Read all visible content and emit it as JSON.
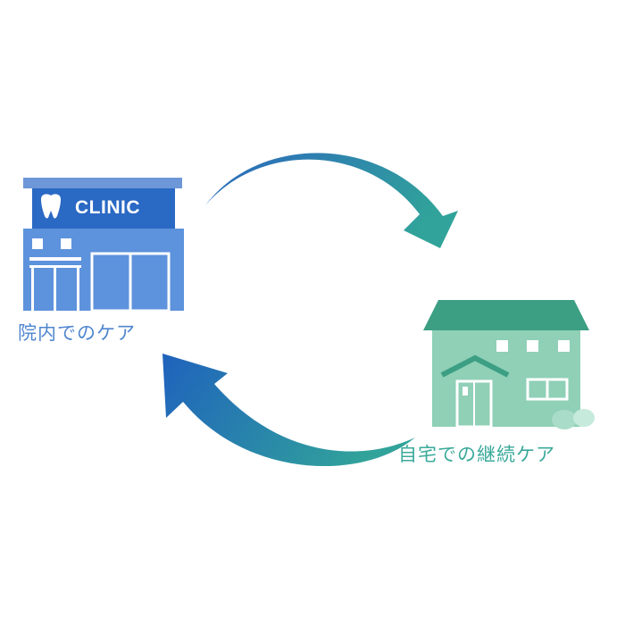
{
  "clinic": {
    "sign_text": "CLINIC",
    "label": "院内でのケア",
    "icon": "tooth-icon",
    "colors": {
      "roof": "#6d97d8",
      "sign": "#2a69c4",
      "wall": "#5d92dc",
      "label": "#4f86cf"
    }
  },
  "home": {
    "label": "自宅での継続ケア",
    "colors": {
      "roof": "#3c9f84",
      "wall": "#8fd0b7",
      "label": "#3aa99a"
    }
  },
  "arrows": {
    "to_home_color": "#2a9a9c",
    "to_clinic_color": "#2168bc"
  }
}
